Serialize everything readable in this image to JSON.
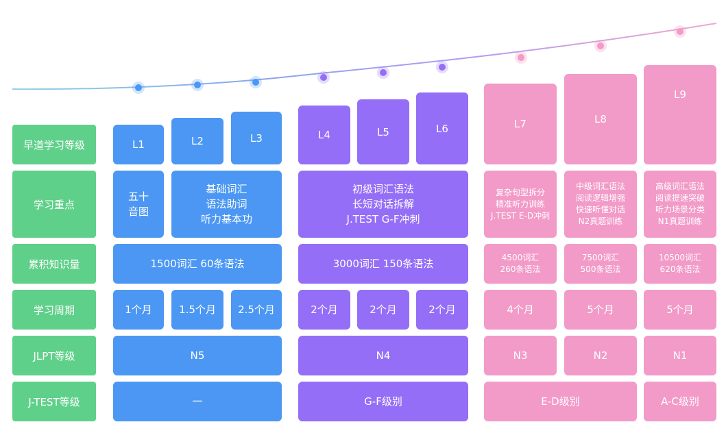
{
  "row_labels": [
    "早道学习等级",
    "学习重点",
    "累积知识量",
    "学习周期",
    "JLPT等级",
    "J-TEST等级"
  ],
  "levels": [
    "L1",
    "L2",
    "L3",
    "L4",
    "L5",
    "L6",
    "L7",
    "L8",
    "L9"
  ],
  "focus": {
    "l1": "五十\n音图",
    "l2_l3": "基础词汇\n语法助词\n听力基本功",
    "l4_l6": "初级词汇语法\n长短对话拆解\nJ.TEST G-F冲刺",
    "l7": "复杂句型拆分\n精准听力训练\nJ.TEST E-D冲刺",
    "l8": "中级词汇语法\n阅读逻辑增强\n快速听懂对话\nN2真题训练",
    "l9": "高级词汇语法\n阅读提速突破\n听力场景分类\nN1真题训练"
  },
  "knowledge": {
    "l1_l3": "1500词汇  60条语法",
    "l4_l6": "3000词汇  150条语法",
    "l7": "4500词汇\n260条语法",
    "l8": "7500词汇\n500条语法",
    "l9": "10500词汇\n620条语法"
  },
  "period": [
    "1个月",
    "1.5个月",
    "2.5个月",
    "2个月",
    "2个月",
    "2个月",
    "4个月",
    "5个月",
    "5个月"
  ],
  "jlpt": {
    "l1_l3": "N5",
    "l4_l6": "N4",
    "l7": "N3",
    "l8": "N2",
    "l9": "N1"
  },
  "jtest": {
    "l1_l3": "一",
    "l4_l6": "G-F级别",
    "l7_l8": "E-D级别",
    "l9": "A-C级别"
  },
  "colors": {
    "label": "#5fd089",
    "blue": "#4b97f3",
    "purple": "#956ef7",
    "pink": "#f29ac8"
  }
}
